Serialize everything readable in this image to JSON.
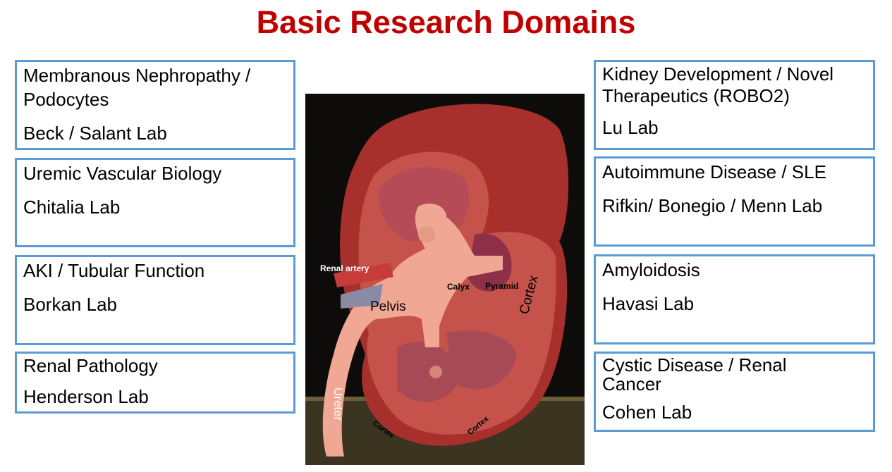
{
  "title": "Basic Research Domains",
  "left_boxes": [
    {
      "topic_line1": "Membranous Nephropathy /",
      "topic_line2": "Podocytes",
      "lab": "Beck / Salant Lab"
    },
    {
      "topic_line1": "Uremic Vascular Biology",
      "lab": "Chitalia Lab"
    },
    {
      "topic_line1": "AKI / Tubular Function",
      "lab": "Borkan Lab"
    },
    {
      "topic_line1": "Renal Pathology",
      "lab": "Henderson Lab"
    }
  ],
  "right_boxes": [
    {
      "topic_line1": "Kidney Development / Novel",
      "topic_line2": "Therapeutics (ROBO2)",
      "lab": "Lu Lab"
    },
    {
      "topic_line1": "Autoimmune Disease / SLE",
      "lab": "Rifkin/ Bonegio / Menn Lab"
    },
    {
      "topic_line1": "Amyloidosis",
      "lab": "Havasi Lab"
    },
    {
      "topic_line1": "Cystic Disease / Renal",
      "topic_line2": "Cancer",
      "lab": "Cohen Lab"
    }
  ],
  "image_labels": {
    "renal_artery": "Renal artery",
    "pelvis": "Pelvis",
    "calyx": "Calyx",
    "pyramid": "Pyramid",
    "cortex_right": "Cortex",
    "cortex_bottom_left": "Cortex",
    "cortex_bottom_right": "Cortex",
    "ureter": "Ureter"
  },
  "colors": {
    "title": "#c00000",
    "box_border": "#5b9bd5"
  }
}
